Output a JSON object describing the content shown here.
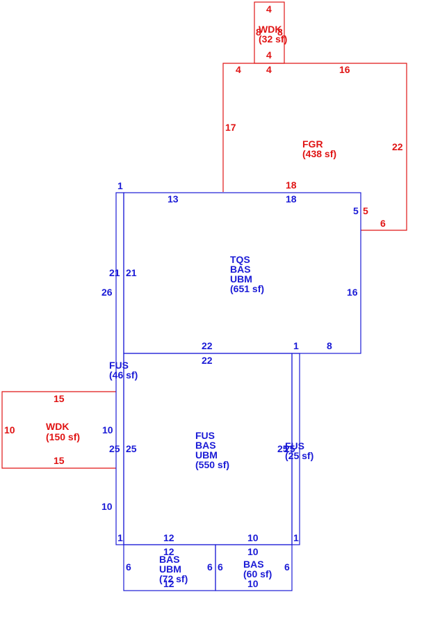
{
  "colors": {
    "blue": "#1a1ad6",
    "red": "#e01414"
  },
  "areas": {
    "wdk_top": {
      "lines": [
        "WDK",
        "(32 sf)"
      ],
      "dims": [
        "4",
        "8",
        "8",
        "4"
      ]
    },
    "fgr": {
      "lines": [
        "FGR",
        "(438 sf)"
      ],
      "dims": [
        "4",
        "4",
        "16",
        "17",
        "22",
        "18",
        "5",
        "6"
      ]
    },
    "tqs": {
      "lines": [
        "TQS",
        "BAS",
        "UBM",
        "(651 sf)"
      ],
      "dims": [
        "1",
        "13",
        "18",
        "21",
        "21",
        "26",
        "5",
        "16",
        "22",
        "1",
        "8"
      ]
    },
    "fus_strip": {
      "lines": [
        "FUS",
        "(46 sf)"
      ]
    },
    "wdk_left": {
      "lines": [
        "WDK",
        "(150 sf)"
      ],
      "dims": [
        "15",
        "10",
        "10",
        "15"
      ]
    },
    "fus_main": {
      "lines": [
        "FUS",
        "BAS",
        "UBM",
        "(550 sf)"
      ],
      "dims": [
        "22",
        "25",
        "25",
        "10",
        "1",
        "12",
        "10",
        "1",
        "25"
      ]
    },
    "fus_right": {
      "lines": [
        "FUS",
        "(25 sf)"
      ],
      "dims": [
        "25"
      ]
    },
    "bas_ubm": {
      "lines": [
        "BAS",
        "UBM",
        "(72 sf)"
      ],
      "dims": [
        "12",
        "6",
        "6",
        "12"
      ]
    },
    "bas": {
      "lines": [
        "BAS",
        "(60 sf)"
      ],
      "dims": [
        "10",
        "6",
        "6",
        "10"
      ]
    }
  }
}
